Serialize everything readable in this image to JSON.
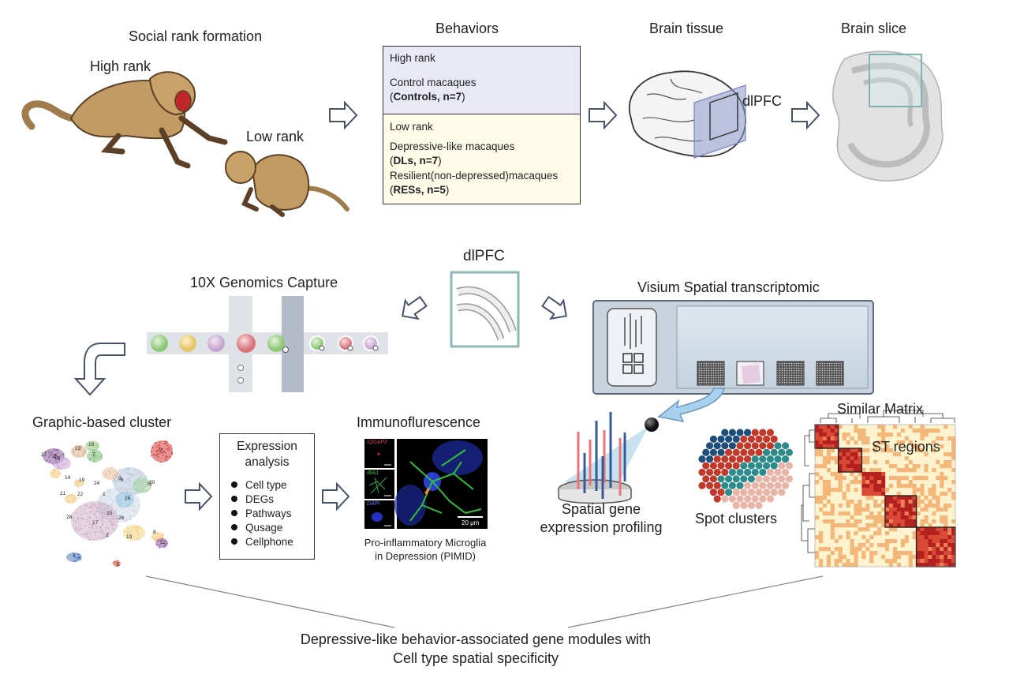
{
  "top": {
    "social_rank_title": "Social rank formation",
    "high_rank_label": "High rank",
    "low_rank_label": "Low rank",
    "behaviors_title": "Behaviors",
    "brain_tissue_title": "Brain tissue",
    "brain_slice_title": "Brain slice",
    "dlpfc_label": "dlPFC"
  },
  "behaviors": {
    "high": {
      "header": "High rank",
      "group": "Control macaques",
      "paren_open": "(",
      "bold": "Controls, n=7",
      "paren_close": ")"
    },
    "low": {
      "header": "Low rank",
      "group1": "Depressive-like macaques",
      "g1_paren_open": "(",
      "g1_bold": "DLs, n=7",
      "g1_paren_close": ")",
      "group2": "Resilient(non-depressed)macaques",
      "g2_paren_open": "(",
      "g2_bold": "RESs, n=5",
      "g2_paren_close": ")"
    }
  },
  "middle": {
    "dlpfc_label": "dlPFC",
    "capture_title": "10X Genomics Capture",
    "visium_title": "Visium Spatial transcriptomic"
  },
  "bottom": {
    "cluster_title": "Graphic-based cluster",
    "expression_title": "Expression analysis",
    "expression_items": [
      "Cell type",
      "DEGs",
      "Pathways",
      "Qusage",
      "Cellphone"
    ],
    "if_title": "Immunoflurescence",
    "if_channels": [
      "IQGAP2",
      "IBA1",
      "DAPI"
    ],
    "scale_bar": "20 μm",
    "pimid_line1": "Pro-inflammatory Microglia",
    "pimid_line2": "in Depression (PIMID)",
    "spatial_line1": "Spatial gene",
    "spatial_line2": "expression profiling",
    "spot_clusters": "Spot clusters",
    "similar_matrix": "Similar Matrix",
    "st_regions": "ST regions",
    "cluster_ids": [
      "27",
      "25",
      "23",
      "10",
      "7",
      "18",
      "19",
      "22",
      "21",
      "3",
      "6",
      "11",
      "17",
      "1",
      "16",
      "9",
      "28",
      "4",
      "2",
      "13",
      "8",
      "12",
      "20",
      "26",
      "24",
      "5",
      "14",
      "15"
    ]
  },
  "conclusion": {
    "line1": "Depressive-like behavior-associated gene modules with",
    "line2": "Cell type spatial specificity"
  },
  "colors": {
    "arrow_fill": "#ffffff",
    "arrow_stroke": "#47536a",
    "monkey_fur": "#c19a64",
    "behav_top_bg": "#e9e8f5",
    "behav_bottom_bg": "#fefbe8",
    "heatmap_dark": "#c0262a",
    "heatmap_light": "#fdf3cf",
    "spot_blue": "#1f4e79",
    "spot_red": "#c0392b",
    "spot_teal": "#2e8b8b",
    "spot_pink": "#e8b4a8"
  }
}
